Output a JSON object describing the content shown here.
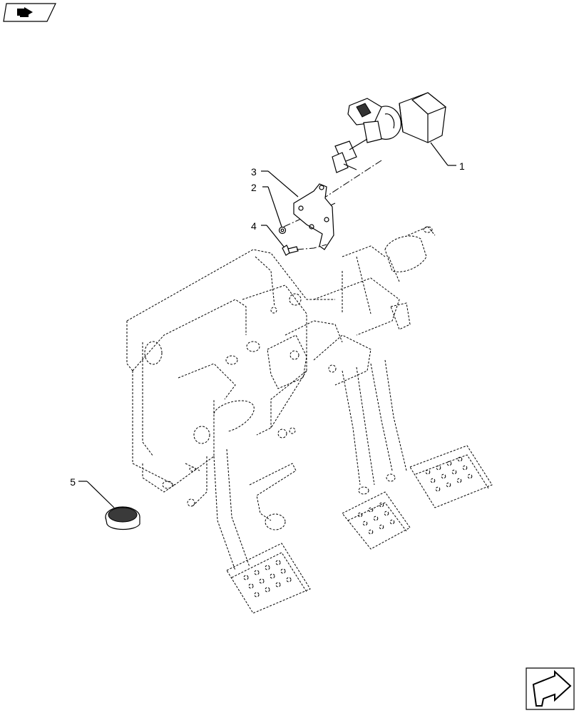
{
  "callouts": {
    "c1": "1",
    "c2": "2",
    "c3": "3",
    "c4": "4",
    "c5": "5"
  },
  "icons": {
    "top_left": "page-tab-icon",
    "bottom_right": "next-page-arrow-icon"
  }
}
